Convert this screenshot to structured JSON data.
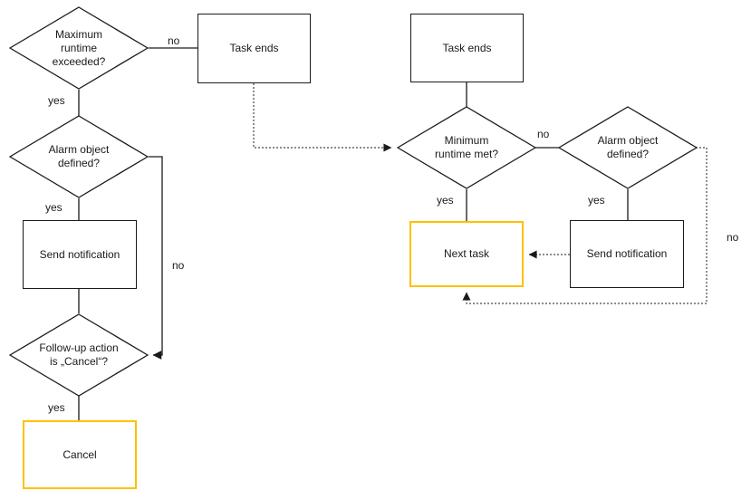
{
  "colors": {
    "line": "#1a1a1a",
    "text": "#1a1a1a",
    "highlight_border": "#FFC000",
    "background": "#ffffff"
  },
  "nodes": {
    "decision_max_runtime": {
      "label": "Maximum\nruntime\nexceeded?"
    },
    "task_ends_left": {
      "label": "Task ends"
    },
    "decision_alarm_left": {
      "label": "Alarm object\ndefined?"
    },
    "send_notification_left": {
      "label": "Send notification"
    },
    "decision_followup_cancel": {
      "label": "Follow-up action\nis „Cancel“?"
    },
    "cancel": {
      "label": "Cancel"
    },
    "task_ends_right": {
      "label": "Task ends"
    },
    "decision_min_runtime": {
      "label": "Minimum\nruntime met?"
    },
    "decision_alarm_right": {
      "label": "Alarm object\ndefined?"
    },
    "next_task": {
      "label": "Next task"
    },
    "send_notification_right": {
      "label": "Send notification"
    }
  },
  "edge_labels": {
    "max_runtime_no": "no",
    "max_runtime_yes": "yes",
    "alarm_left_yes": "yes",
    "alarm_left_no": "no",
    "followup_yes": "yes",
    "min_runtime_no": "no",
    "min_runtime_yes": "yes",
    "alarm_right_yes": "yes",
    "alarm_right_no": "no"
  }
}
